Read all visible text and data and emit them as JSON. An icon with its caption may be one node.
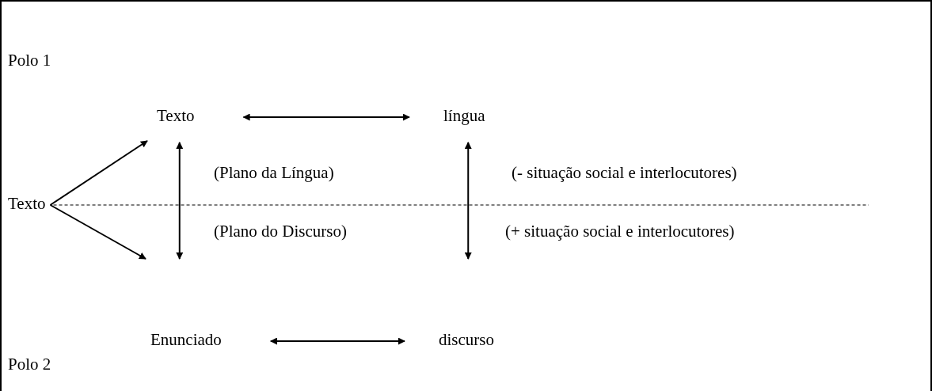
{
  "diagram": {
    "nodes": [
      {
        "text": [
          "Texto"
        ]
      },
      {
        "text": [
          "língua"
        ]
      },
      {
        "text": [
          "Texto"
        ]
      },
      {
        "text": [
          "Enunciado"
        ]
      },
      {
        "text": [
          "discurso"
        ]
      }
    ],
    "edges": [
      {
        "from": 0,
        "to": 1,
        "arrow": "both"
      },
      {
        "from": 2,
        "to": 0,
        "arrow": "to"
      },
      {
        "from": 0,
        "to": 3,
        "arrow": "both"
      },
      {
        "from": 1,
        "to": 4,
        "arrow": "both"
      },
      {
        "from": 2,
        "to": null,
        "arrow": "none",
        "style": "dashed"
      },
      {
        "from": 2,
        "to": 3,
        "arrow": "to"
      },
      {
        "from": 3,
        "to": 4,
        "arrow": "both"
      }
    ],
    "labels": [
      "Polo 1",
      "(Plano da Língua)",
      "(- situação social e interlocutores)",
      "(Plano do Discurso)",
      "(+ situação social e interlocutores)",
      "Polo 2"
    ]
  }
}
